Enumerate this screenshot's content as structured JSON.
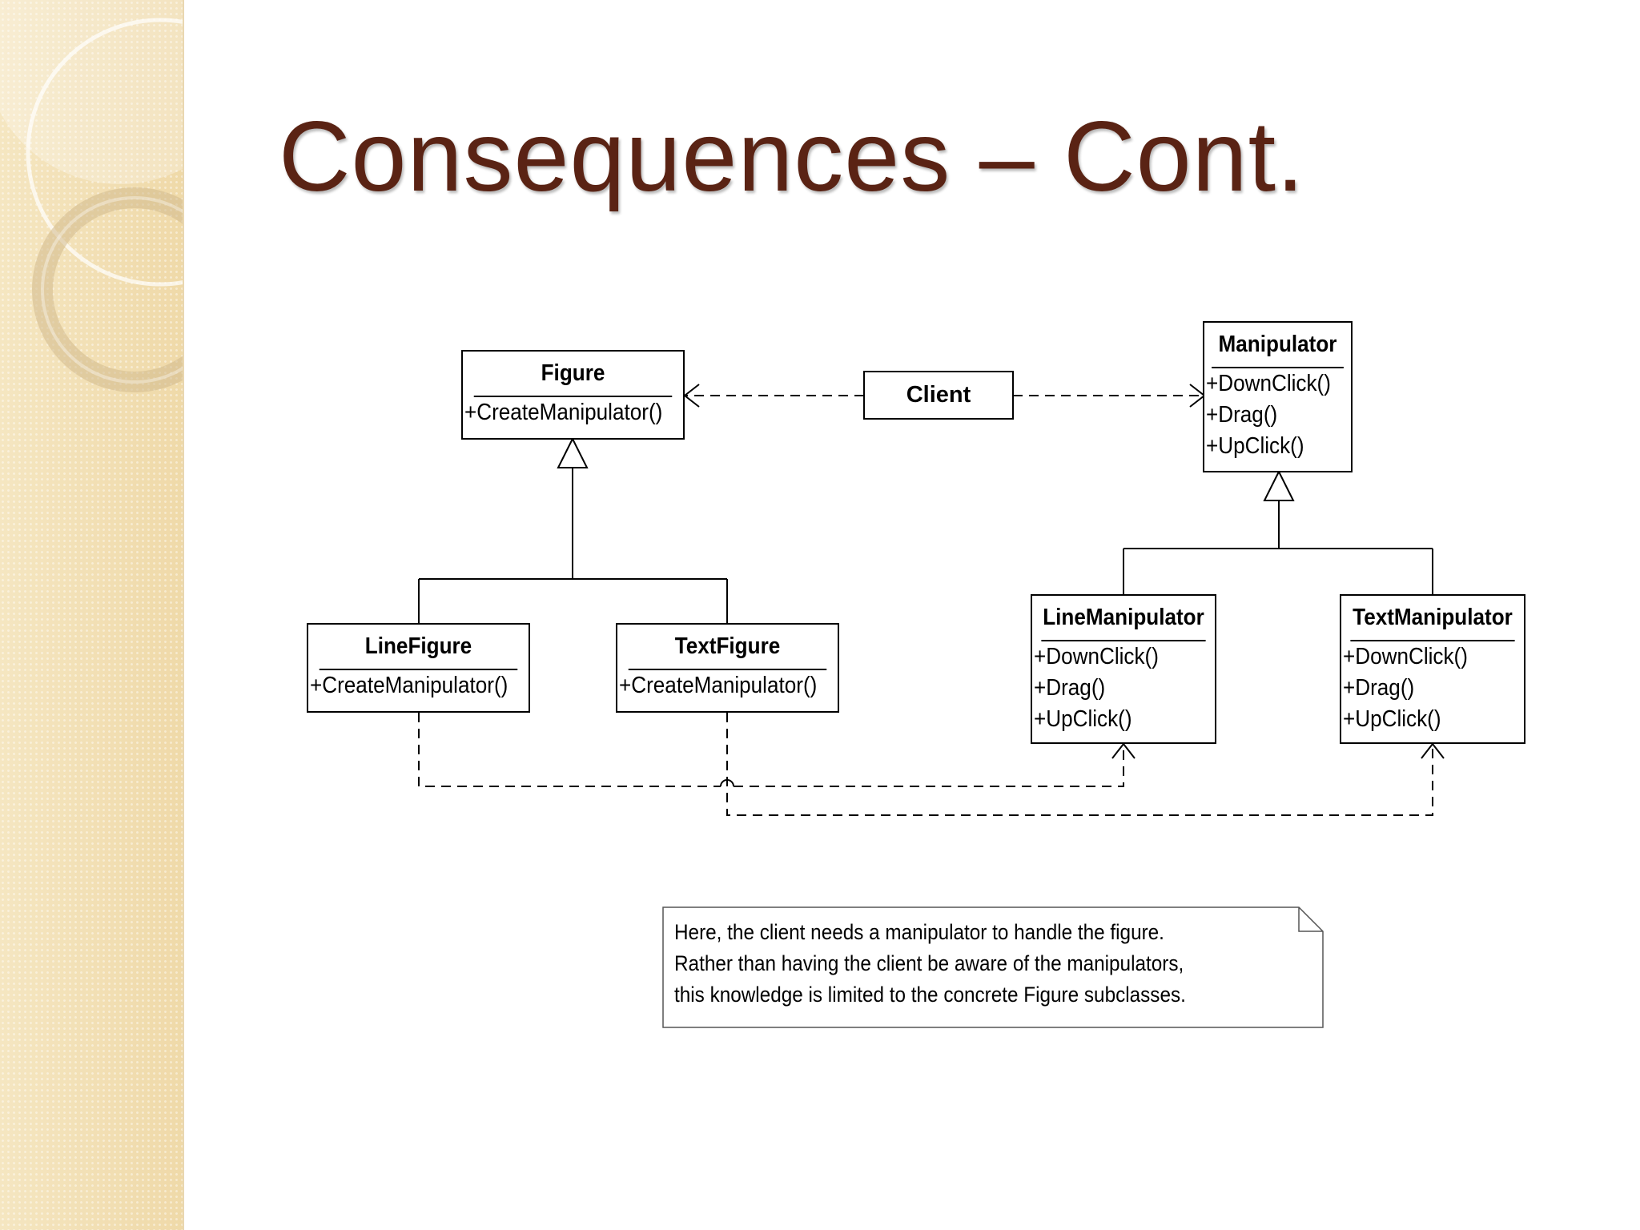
{
  "slide": {
    "title": "Consequences – Cont."
  },
  "diagram": {
    "classes": {
      "figure": {
        "name": "Figure",
        "ops": [
          "+CreateManipulator()"
        ]
      },
      "line_figure": {
        "name": "LineFigure",
        "ops": [
          "+CreateManipulator()"
        ]
      },
      "text_figure": {
        "name": "TextFigure",
        "ops": [
          "+CreateManipulator()"
        ]
      },
      "manipulator": {
        "name": "Manipulator",
        "ops": [
          "+DownClick()",
          "+Drag()",
          "+UpClick()"
        ]
      },
      "line_manipulator": {
        "name": "LineManipulator",
        "ops": [
          "+DownClick()",
          "+Drag()",
          "+UpClick()"
        ]
      },
      "text_manipulator": {
        "name": "TextManipulator",
        "ops": [
          "+DownClick()",
          "+Drag()",
          "+UpClick()"
        ]
      }
    },
    "client": {
      "name": "Client"
    },
    "note": {
      "lines": [
        "Here, the client needs a manipulator to handle the figure.",
        "Rather than having the client be aware of the manipulators,",
        "this knowledge is limited to the concrete Figure subclasses."
      ]
    }
  },
  "colors": {
    "title": "#5a2314",
    "strip": "#f3e2b8"
  }
}
